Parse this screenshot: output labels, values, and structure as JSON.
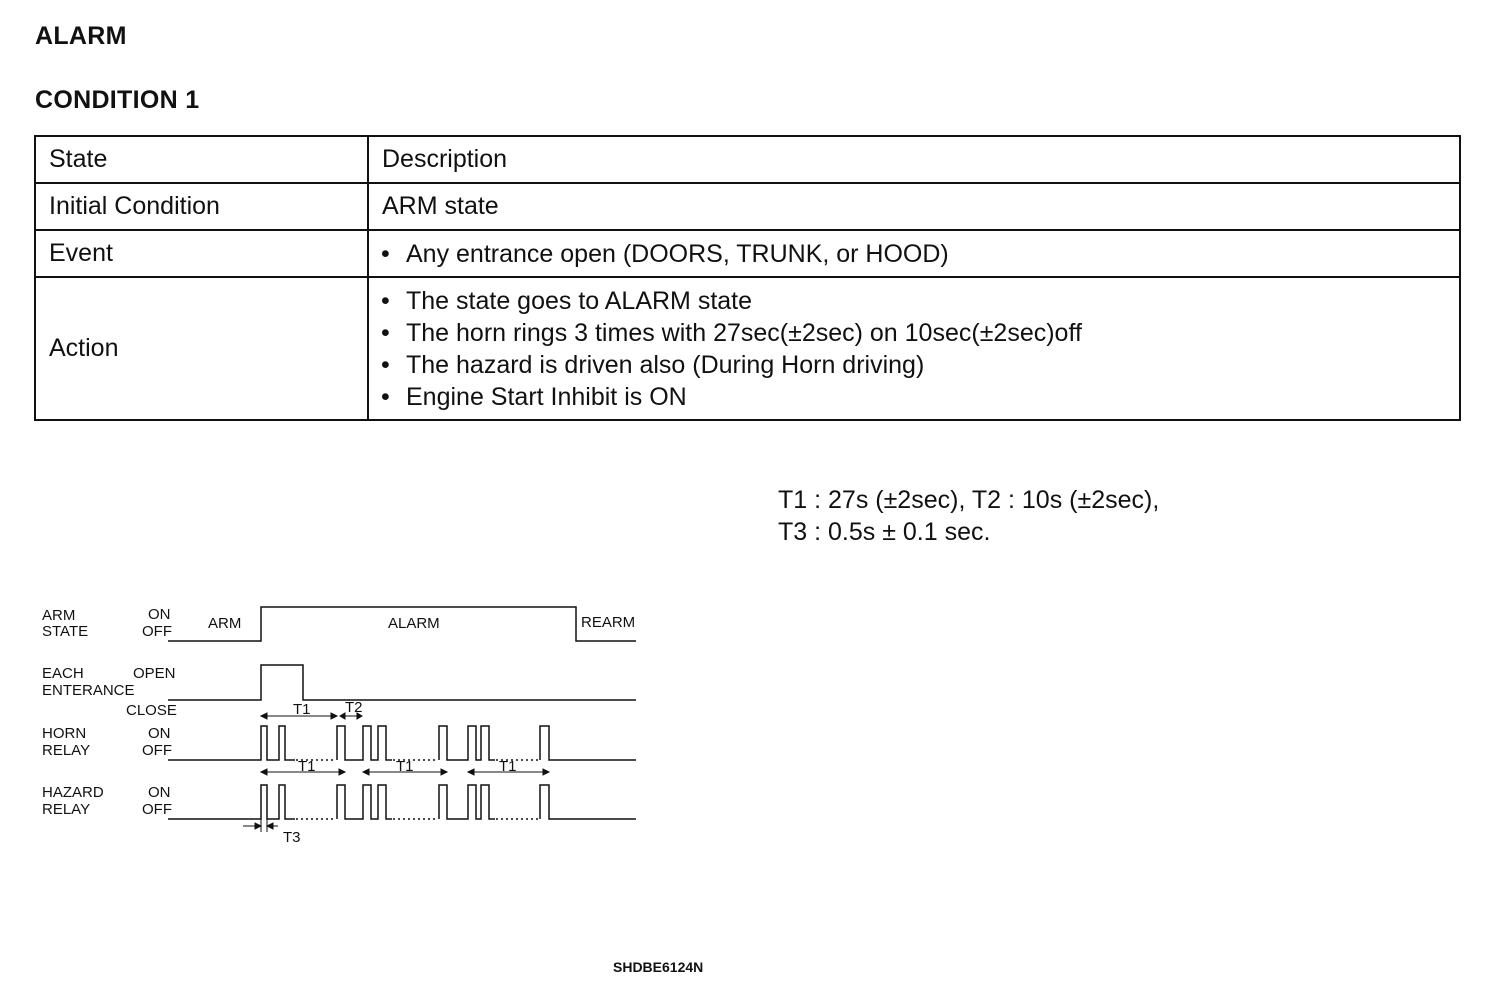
{
  "title": "ALARM",
  "subtitle": "CONDITION 1",
  "table": {
    "header": {
      "col1": "State",
      "col2": "Description"
    },
    "rows": [
      {
        "state": "Initial Condition",
        "description": "ARM state"
      },
      {
        "state": "Event",
        "bullets": [
          "Any entrance open (DOORS, TRUNK, or HOOD)"
        ]
      },
      {
        "state": "Action",
        "bullets": [
          "The state goes to ALARM state",
          "The horn rings 3 times with 27sec(±2sec) on 10sec(±2sec)off",
          "The hazard is driven also (During Horn driving)",
          "Engine Start Inhibit is ON"
        ]
      }
    ]
  },
  "timing_note": {
    "line1": "T1 : 27s (±2sec), T2 : 10s (±2sec),",
    "line2": "T3 : 0.5s ± 0.1 sec."
  },
  "diagram": {
    "rows": {
      "arm_state": {
        "name1": "ARM",
        "name2": "STATE",
        "level_hi": "ON",
        "level_lo": "OFF"
      },
      "each_entrance": {
        "name1": "EACH",
        "name2": "ENTERANCE",
        "level_hi": "OPEN",
        "level_lo": "CLOSE"
      },
      "horn_relay": {
        "name1": "HORN",
        "name2": "RELAY",
        "level_hi": "ON",
        "level_lo": "OFF"
      },
      "hazard_relay": {
        "name1": "HAZARD",
        "name2": "RELAY",
        "level_hi": "ON",
        "level_lo": "OFF"
      }
    },
    "phases": {
      "arm": "ARM",
      "alarm": "ALARM",
      "rearm": "REARM"
    },
    "markers": {
      "t1": "T1",
      "t2": "T2",
      "t3": "T3"
    }
  },
  "figure_code": "SHDBE6124N"
}
